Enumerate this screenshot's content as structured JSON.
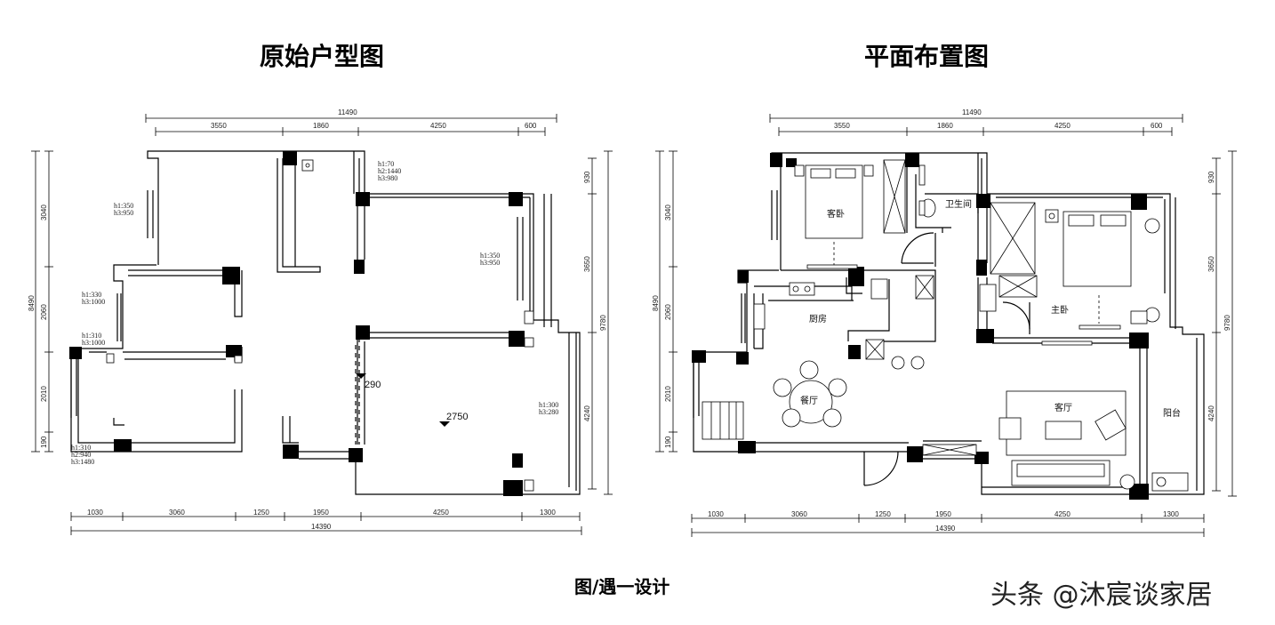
{
  "titles": {
    "left": "原始户型图",
    "right": "平面布置图"
  },
  "credit": "图/遇一设计",
  "watermark": "头条 @沐宸谈家居",
  "top_dims": {
    "total": "11490",
    "segments": [
      "3550",
      "1860",
      "4250",
      "600"
    ]
  },
  "bottom_dims": {
    "total": "14390",
    "segments": [
      "1030",
      "3060",
      "1250",
      "1950",
      "4250",
      "1300"
    ]
  },
  "left_dims": {
    "total": "8490",
    "segments": [
      "3040",
      "2060",
      "2010",
      "190"
    ]
  },
  "right_dims": {
    "total": "9780",
    "segments": [
      "930",
      "3650",
      "4240"
    ]
  },
  "original_plan": {
    "notes": {
      "top_window": [
        "h1:70",
        "h2:1440",
        "h3:980"
      ],
      "left_upper": [
        "h1:350",
        "h3:950"
      ],
      "right_upper": [
        "h1:350",
        "h3:950"
      ],
      "left_mid1": [
        "h1:330",
        "h3:1000"
      ],
      "left_mid2": [
        "h1:310",
        "h3:1000"
      ],
      "right_lower": [
        "h1:300",
        "h3:280"
      ],
      "bottom_left": [
        "h1:310",
        "h2:940",
        "h3:1480"
      ]
    },
    "levels": {
      "beam": "290",
      "ceiling": "2750"
    }
  },
  "layout_plan": {
    "rooms": {
      "guest_bedroom": "客卧",
      "bathroom": "卫生间",
      "master_bedroom": "主卧",
      "kitchen": "厨房",
      "dining": "餐厅",
      "living": "客厅",
      "balcony": "阳台"
    }
  }
}
